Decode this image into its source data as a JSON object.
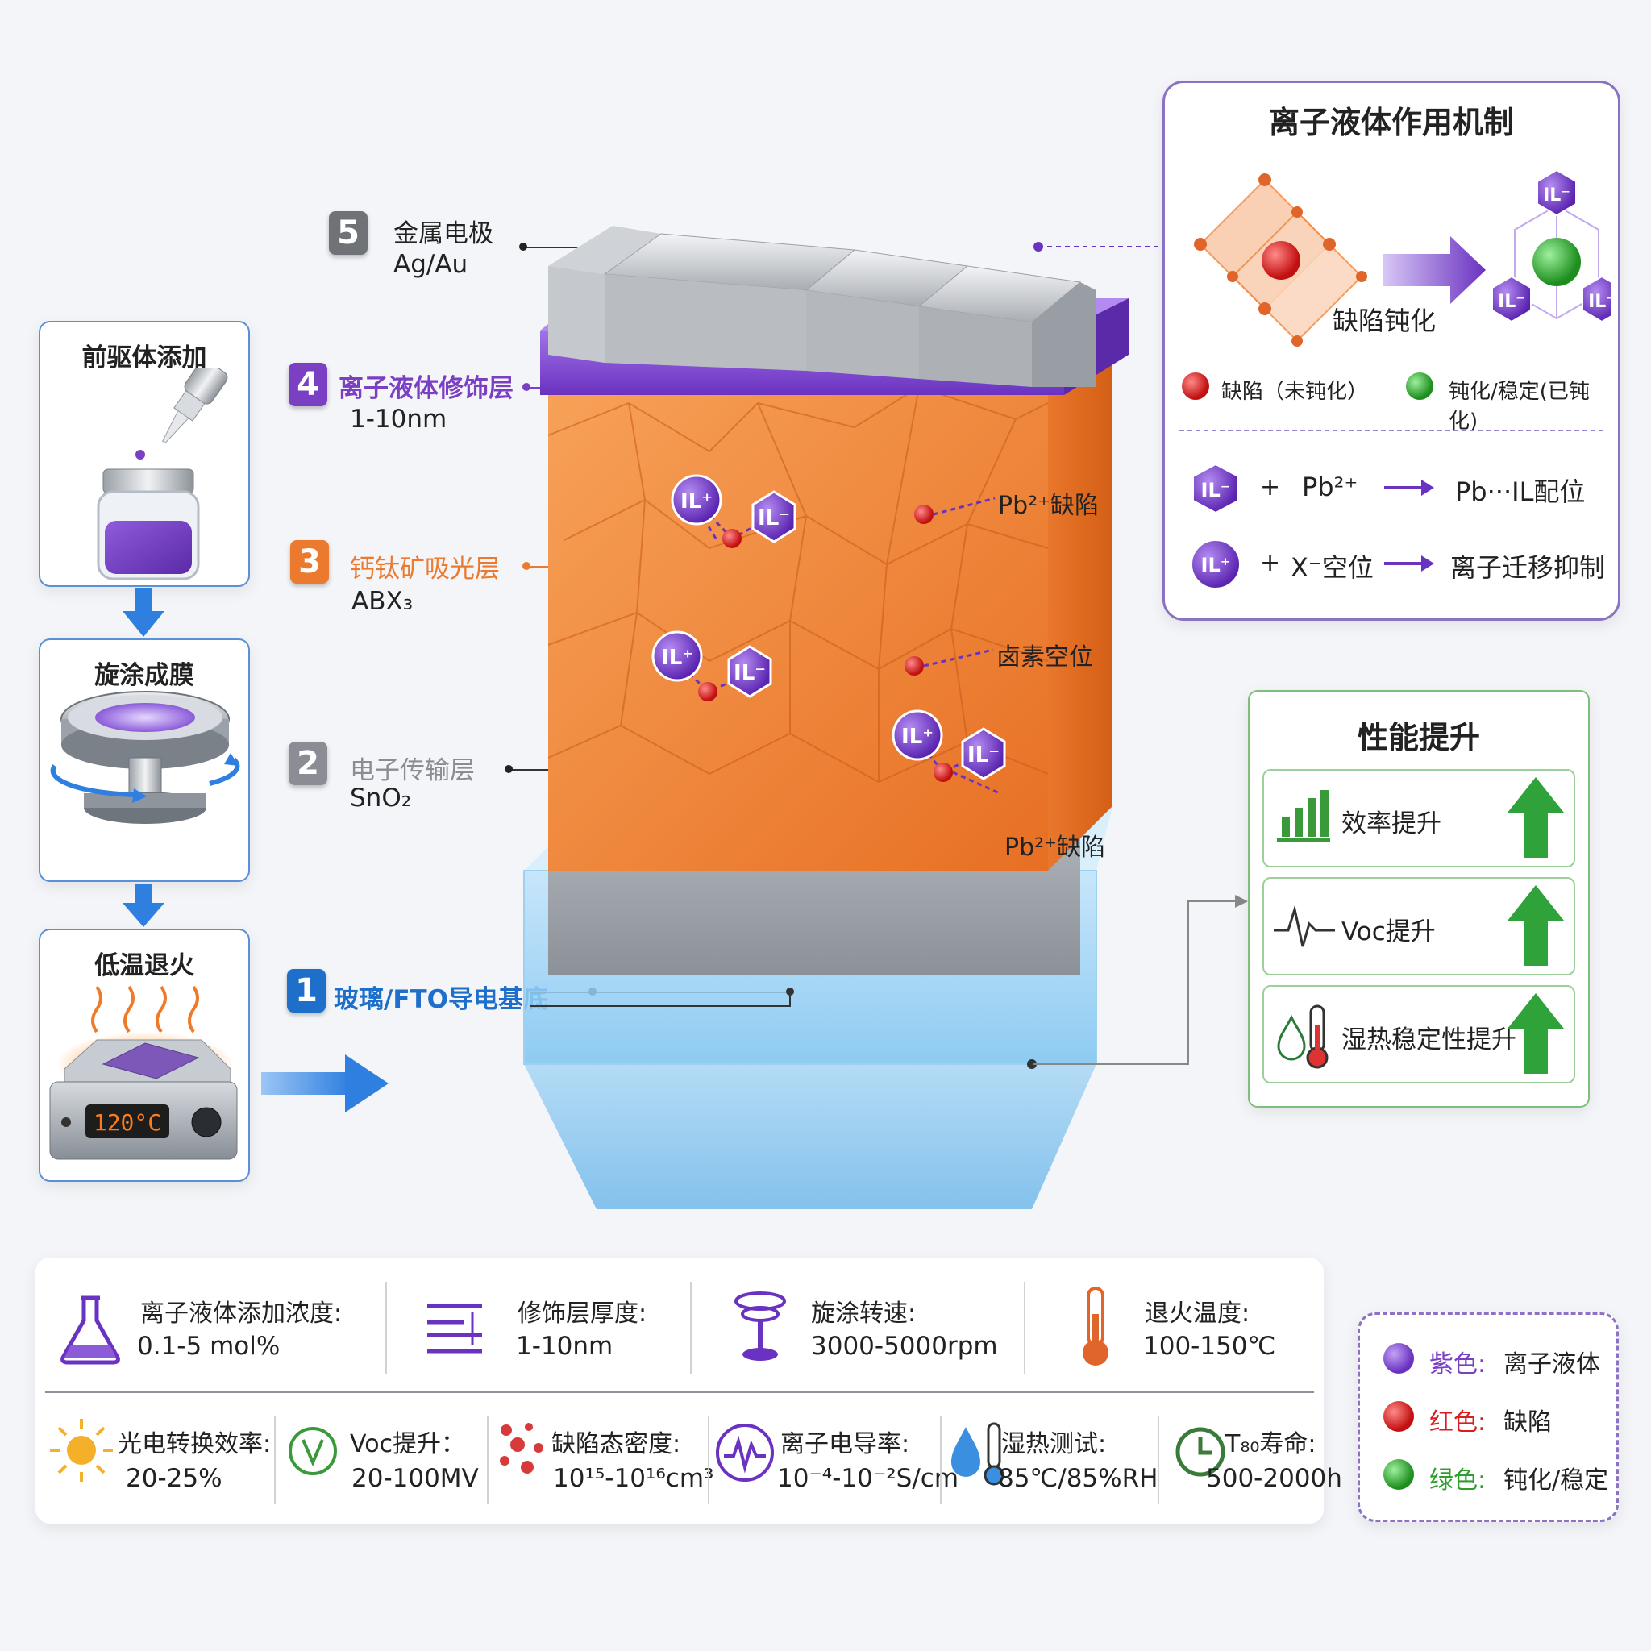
{
  "layers": [
    {
      "num": "5",
      "name": "金属电极",
      "sub": "Ag/Au",
      "color": "#6f7276"
    },
    {
      "num": "4",
      "name": "离子液体修饰层",
      "sub": "1-10nm",
      "color": "#7b3fc4"
    },
    {
      "num": "3",
      "name": "钙钛矿吸光层",
      "sub": "ABX₃",
      "color": "#ec7a2e"
    },
    {
      "num": "2",
      "name": "电子传输层",
      "sub": "SnO₂",
      "color": "#8a8e94"
    },
    {
      "num": "1",
      "name": "玻璃/FTO导电基底",
      "sub": "",
      "color": "#1e6fc9"
    }
  ],
  "process_steps": [
    {
      "title": "前驱体添加"
    },
    {
      "title": "旋涂成膜"
    },
    {
      "title": "低温退火",
      "display": "120°C"
    }
  ],
  "defect_labels": {
    "pb_defect_1": "Pb²⁺缺陷",
    "halide_vacancy": "卤素空位",
    "pb_defect_2": "Pb²⁺缺陷"
  },
  "ion_labels": {
    "cation": "IL⁺",
    "anion": "IL⁻"
  },
  "mechanism": {
    "title": "离子液体作用机制",
    "passivation_label": "缺陷钝化",
    "legend_unpassivated": "缺陷（未钝化）",
    "legend_passivated": "钝化/稳定(已钝化)",
    "reaction1": {
      "ion": "IL⁻",
      "plus": "+",
      "reactant": "Pb²⁺",
      "product": "Pb···IL配位"
    },
    "reaction2": {
      "ion": "IL⁺",
      "plus": "+",
      "reactant": "X⁻空位",
      "product": "离子迁移抑制"
    }
  },
  "performance": {
    "title": "性能提升",
    "items": [
      {
        "label": "效率提升"
      },
      {
        "label": "Voc提升"
      },
      {
        "label": "湿热稳定性提升"
      }
    ]
  },
  "params_row1": [
    {
      "label": "离子液体添加浓度:",
      "value": "0.1-5 mol%"
    },
    {
      "label": "修饰层厚度:",
      "value": "1-10nm"
    },
    {
      "label": "旋涂转速:",
      "value": "3000-5000rpm"
    },
    {
      "label": "退火温度:",
      "value": "100-150℃"
    }
  ],
  "params_row2": [
    {
      "label": "光电转换效率:",
      "value": "20-25%"
    },
    {
      "label": "Voc提升：",
      "value": "20-100MV"
    },
    {
      "label": "缺陷态密度:",
      "value": "10¹⁵-10¹⁶cm³"
    },
    {
      "label": "离子电导率:",
      "value": "10⁻⁴-10⁻²S/cm"
    },
    {
      "label": "湿热测试:",
      "value": "85℃/85%RH"
    },
    {
      "label": "T₈₀寿命:",
      "value": "500-2000h"
    }
  ],
  "color_legend": [
    {
      "key": "紫色:",
      "desc": "离子液体",
      "color": "#7b3fc4"
    },
    {
      "key": "红色:",
      "desc": "缺陷",
      "color": "#d91c1c"
    },
    {
      "key": "绿色:",
      "desc": "钝化/稳定",
      "color": "#2e9e2e"
    }
  ]
}
